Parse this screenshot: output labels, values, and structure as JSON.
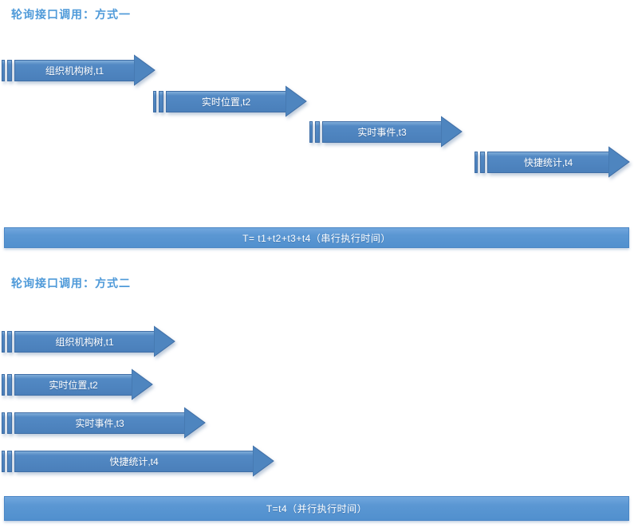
{
  "colors": {
    "arrow_fill": "#4e85bf",
    "arrow_border": "#3f6ea6",
    "bar_fill": "#5b97d3",
    "title_text": "#4f9ad9",
    "label_text": "#ffffff"
  },
  "section1": {
    "title": "轮询接口调用：方式一",
    "arrows": [
      {
        "label": "组织机构树,t1"
      },
      {
        "label": "实时位置,t2"
      },
      {
        "label": "实时事件,t3"
      },
      {
        "label": "快捷统计,t4"
      }
    ],
    "total_bar": "T= t1+t2+t3+t4（串行执行时间）"
  },
  "section2": {
    "title": "轮询接口调用：方式二",
    "arrows": [
      {
        "label": "组织机构树,t1"
      },
      {
        "label": "实时位置,t2"
      },
      {
        "label": "实时事件,t3"
      },
      {
        "label": "快捷统计,t4"
      }
    ],
    "total_bar": "T=t4（并行执行时间）"
  }
}
